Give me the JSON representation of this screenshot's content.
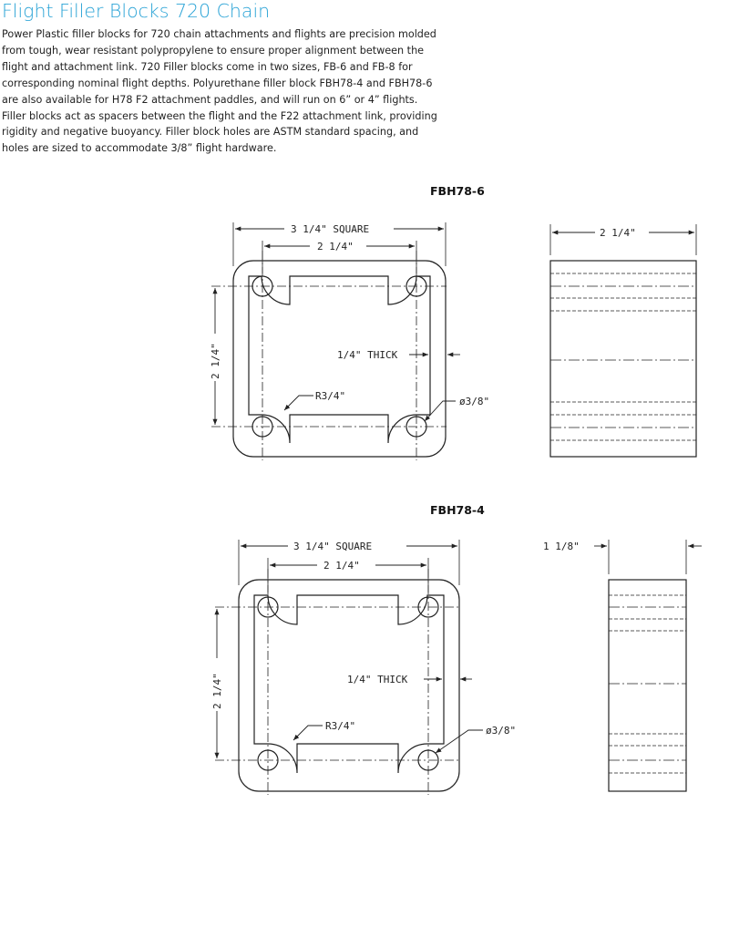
{
  "page": {
    "title": "Flight Filler Blocks 720 Chain",
    "intro": "Power Plastic filler blocks for 720 chain attachments and flights are precision molded from tough, wear resistant polypropylene to ensure proper alignment between the flight and attachment link. 720 Filler blocks come in two sizes, FB-6 and FB-8 for corresponding nominal flight depths. Polyurethane filler block FBH78-4 and FBH78-6 are also available for H78 F2 attachment paddles, and will run on 6” or 4” flights. Filler blocks act as spacers between the flight and the F22 attachment link, providing rigidity and negative buoyancy. Filler block holes are ASTM standard spacing, and holes are sized to accommodate 3/8” flight hardware."
  },
  "figures": [
    {
      "label": "FBH78-6",
      "dim_square": "3 1/4\" SQUARE",
      "dim_inner": "2 1/4\"",
      "dim_height": "2 1/4\"",
      "thick": "1/4\" THICK",
      "radius": "R3/4\"",
      "hole": "ø3/8\"",
      "side_width": "2 1/4\""
    },
    {
      "label": "FBH78-4",
      "dim_square": "3 1/4\" SQUARE",
      "dim_inner": "2 1/4\"",
      "dim_height": "2 1/4\"",
      "thick": "1/4\" THICK",
      "radius": "R3/4\"",
      "hole": "ø3/8\"",
      "side_width": "1 1/8\""
    }
  ],
  "colors": {
    "title": "#2aa3d6",
    "line": "#222222"
  }
}
